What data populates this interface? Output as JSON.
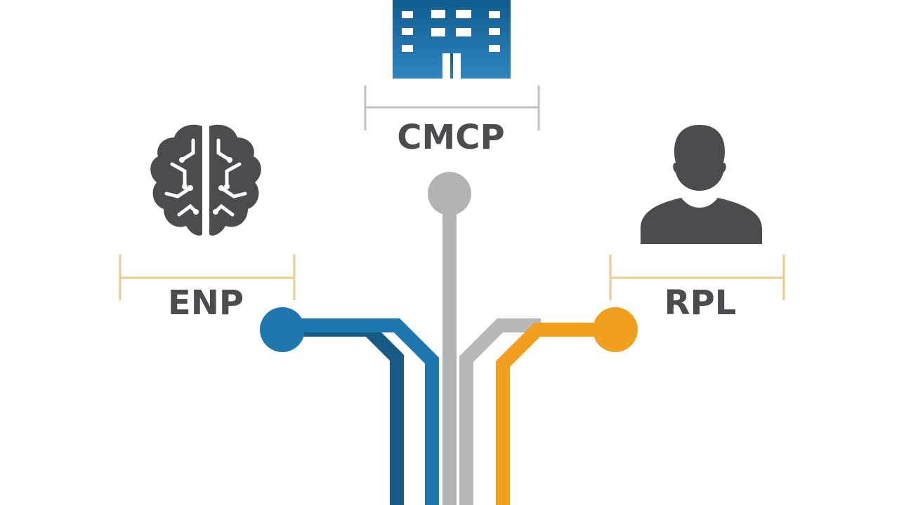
{
  "diagram": {
    "nodes": [
      {
        "id": "enp",
        "label": "ENP",
        "icon": "brain-icon",
        "color": "#1f77b0"
      },
      {
        "id": "cmcp",
        "label": "CMCP",
        "icon": "building-icon",
        "color": "#b3b3b3"
      },
      {
        "id": "rpl",
        "label": "RPL",
        "icon": "person-icon",
        "color": "#f0a01e"
      }
    ],
    "colors": {
      "text": "#4a4c50",
      "icon": "#4a4c50",
      "blue": "#1f77b0",
      "dark_blue": "#175a86",
      "gray": "#b3b3b3",
      "gray_light": "#c2c2c2",
      "orange": "#f0a01e",
      "bracket_gray": "#c0c0c0",
      "bracket_orange": "#f3c98a",
      "building_top": "#0f5c8f",
      "building_bottom": "#2f86c0"
    }
  }
}
